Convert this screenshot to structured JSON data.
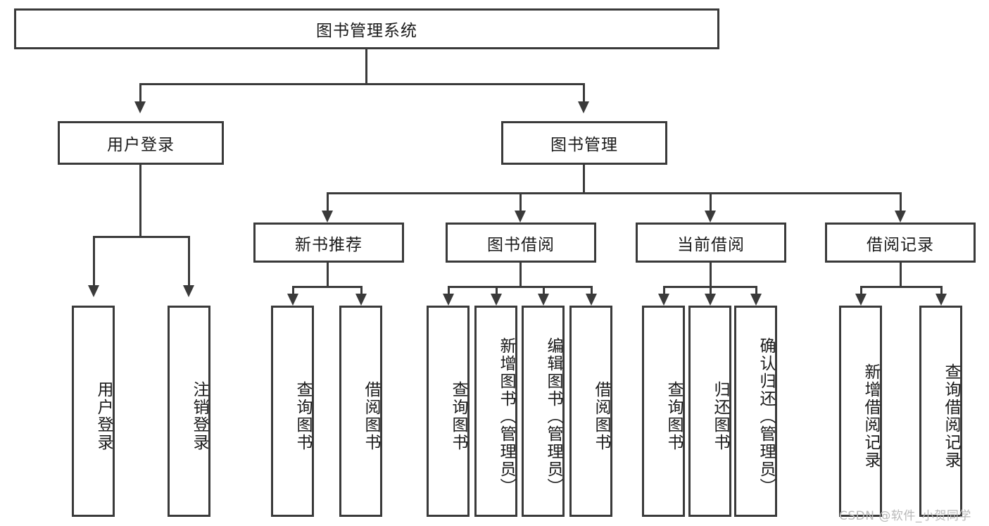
{
  "diagram": {
    "type": "tree",
    "title": "图书管理系统",
    "watermark": "CSDN @软件_小贺同学",
    "colors": {
      "stroke": "#3a3a3a",
      "fill": "#ffffff",
      "text": "#1a1a1a",
      "watermark": "#b9b9b9"
    },
    "levels": {
      "root": {
        "label": "图书管理系统"
      },
      "level2": [
        {
          "label": "用户登录"
        },
        {
          "label": "图书管理"
        }
      ],
      "level3": [
        {
          "label": "新书推荐"
        },
        {
          "label": "图书借阅"
        },
        {
          "label": "当前借阅"
        },
        {
          "label": "借阅记录"
        }
      ],
      "leaves": {
        "user_login": [
          {
            "label": "用户登录"
          },
          {
            "label": "注销登录"
          }
        ],
        "new_book_recommend": [
          {
            "label": "查询图书"
          },
          {
            "label": "借阅图书"
          }
        ],
        "book_borrow": [
          {
            "label": "查询图书"
          },
          {
            "label": "新增图书（管理员）"
          },
          {
            "label": "编辑图书（管理员）"
          },
          {
            "label": "借阅图书"
          }
        ],
        "current_borrow": [
          {
            "label": "查询图书"
          },
          {
            "label": "归还图书"
          },
          {
            "label": "确认归还（管理员）"
          }
        ],
        "borrow_record": [
          {
            "label": "新增借阅记录"
          },
          {
            "label": "查询借阅记录"
          }
        ]
      }
    }
  }
}
